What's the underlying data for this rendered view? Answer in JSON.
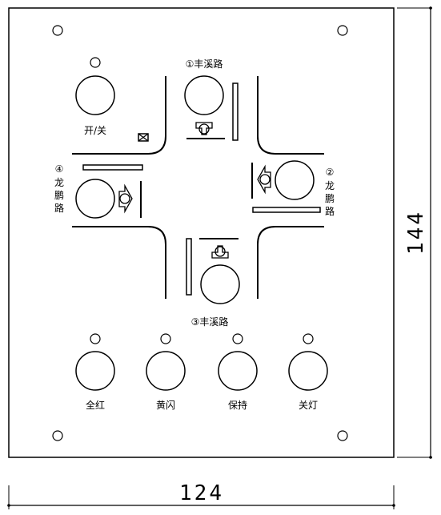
{
  "panel": {
    "roads": {
      "north": "①丰溪路",
      "east_num": "②",
      "east_line1": "龙",
      "east_line2": "鹏",
      "east_line3": "路",
      "south": "③丰溪路",
      "west_num": "④",
      "west_line1": "龙",
      "west_line2": "鹏",
      "west_line3": "路"
    },
    "power_label": "开/关",
    "buttons": [
      "全红",
      "黄闪",
      "保持",
      "关灯"
    ]
  },
  "dimensions": {
    "height": "144",
    "width": "124"
  }
}
